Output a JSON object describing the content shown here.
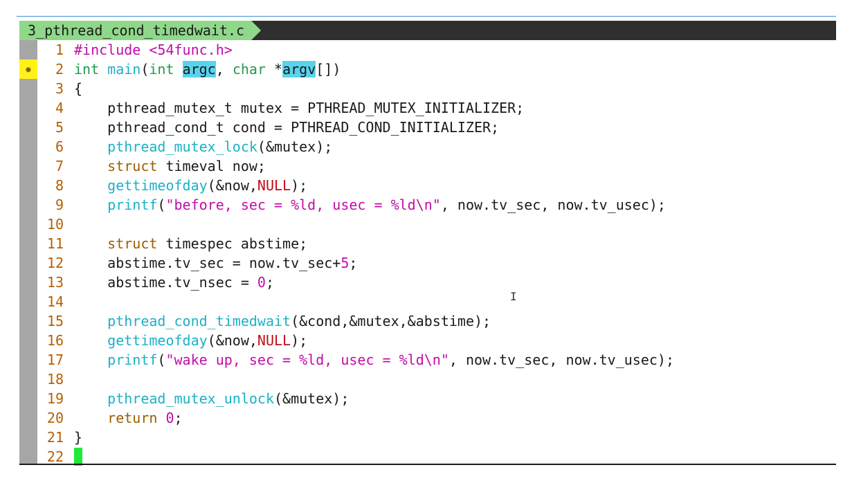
{
  "tab": {
    "filename": "3_pthread_cond_timedwait.c"
  },
  "lines": [
    {
      "n": "1",
      "sign": "",
      "tokens": [
        [
          "preproc",
          "#include <54func.h>"
        ]
      ]
    },
    {
      "n": "2",
      "sign": "✹",
      "tokens": [
        [
          "type",
          "int"
        ],
        [
          "plain",
          " "
        ],
        [
          "func",
          "main"
        ],
        [
          "plain",
          "("
        ],
        [
          "type",
          "int"
        ],
        [
          "plain",
          " "
        ],
        [
          "hl",
          "argc"
        ],
        [
          "plain",
          ", "
        ],
        [
          "type",
          "char"
        ],
        [
          "plain",
          " *"
        ],
        [
          "hl",
          "argv"
        ],
        [
          "plain",
          "[])"
        ]
      ]
    },
    {
      "n": "3",
      "sign": "",
      "tokens": [
        [
          "plain",
          "{"
        ]
      ]
    },
    {
      "n": "4",
      "sign": "",
      "tokens": [
        [
          "plain",
          "    pthread_mutex_t mutex = PTHREAD_MUTEX_INITIALIZER;"
        ]
      ]
    },
    {
      "n": "5",
      "sign": "",
      "tokens": [
        [
          "plain",
          "    pthread_cond_t cond = PTHREAD_COND_INITIALIZER;"
        ]
      ]
    },
    {
      "n": "6",
      "sign": "",
      "tokens": [
        [
          "plain",
          "    "
        ],
        [
          "func",
          "pthread_mutex_lock"
        ],
        [
          "plain",
          "(&mutex);"
        ]
      ]
    },
    {
      "n": "7",
      "sign": "",
      "tokens": [
        [
          "plain",
          "    "
        ],
        [
          "keyword",
          "struct"
        ],
        [
          "plain",
          " timeval now;"
        ]
      ]
    },
    {
      "n": "8",
      "sign": "",
      "tokens": [
        [
          "plain",
          "    "
        ],
        [
          "func",
          "gettimeofday"
        ],
        [
          "plain",
          "(&now,"
        ],
        [
          "const",
          "NULL"
        ],
        [
          "plain",
          ");"
        ]
      ]
    },
    {
      "n": "9",
      "sign": "",
      "tokens": [
        [
          "plain",
          "    "
        ],
        [
          "func",
          "printf"
        ],
        [
          "plain",
          "("
        ],
        [
          "string",
          "\"before, sec = %ld, usec = %ld\\n\""
        ],
        [
          "plain",
          ", now.tv_sec, now.tv_usec);"
        ]
      ]
    },
    {
      "n": "10",
      "sign": "",
      "tokens": []
    },
    {
      "n": "11",
      "sign": "",
      "tokens": [
        [
          "plain",
          "    "
        ],
        [
          "keyword",
          "struct"
        ],
        [
          "plain",
          " timespec abstime;"
        ]
      ]
    },
    {
      "n": "12",
      "sign": "",
      "tokens": [
        [
          "plain",
          "    abstime.tv_sec = now.tv_sec+"
        ],
        [
          "number",
          "5"
        ],
        [
          "plain",
          ";"
        ]
      ]
    },
    {
      "n": "13",
      "sign": "",
      "tokens": [
        [
          "plain",
          "    abstime.tv_nsec = "
        ],
        [
          "number",
          "0"
        ],
        [
          "plain",
          ";"
        ]
      ]
    },
    {
      "n": "14",
      "sign": "",
      "tokens": []
    },
    {
      "n": "15",
      "sign": "",
      "tokens": [
        [
          "plain",
          "    "
        ],
        [
          "func",
          "pthread_cond_timedwait"
        ],
        [
          "plain",
          "(&cond,&mutex,&abstime);"
        ]
      ]
    },
    {
      "n": "16",
      "sign": "",
      "tokens": [
        [
          "plain",
          "    "
        ],
        [
          "func",
          "gettimeofday"
        ],
        [
          "plain",
          "(&now,"
        ],
        [
          "const",
          "NULL"
        ],
        [
          "plain",
          ");"
        ]
      ]
    },
    {
      "n": "17",
      "sign": "",
      "tokens": [
        [
          "plain",
          "    "
        ],
        [
          "func",
          "printf"
        ],
        [
          "plain",
          "("
        ],
        [
          "string",
          "\"wake up, sec = %ld, usec = %ld\\n\""
        ],
        [
          "plain",
          ", now.tv_sec, now.tv_usec);"
        ]
      ]
    },
    {
      "n": "18",
      "sign": "",
      "tokens": []
    },
    {
      "n": "19",
      "sign": "",
      "tokens": [
        [
          "plain",
          "    "
        ],
        [
          "func",
          "pthread_mutex_unlock"
        ],
        [
          "plain",
          "(&mutex);"
        ]
      ]
    },
    {
      "n": "20",
      "sign": "",
      "tokens": [
        [
          "plain",
          "    "
        ],
        [
          "keyword",
          "return"
        ],
        [
          "plain",
          " "
        ],
        [
          "number",
          "0"
        ],
        [
          "plain",
          ";"
        ]
      ]
    },
    {
      "n": "21",
      "sign": "",
      "tokens": [
        [
          "plain",
          "}"
        ]
      ]
    },
    {
      "n": "22",
      "sign": "",
      "tokens": [
        [
          "cursor",
          ""
        ]
      ]
    }
  ],
  "colors": {
    "tab_bg": "#8fd88a",
    "tabline_bg": "#2f2f2f",
    "sign_column": "#a6a6a6",
    "sign_marker": "#fff21a",
    "line_number": "#b55f00",
    "preproc": "#c10ca8",
    "type": "#239a4a",
    "keyword": "#9b5c00",
    "function": "#1bb1c6",
    "constant": "#c10c18",
    "highlight": "#5ad3ee",
    "cursor": "#22e83a"
  },
  "mouse_pointer": "I"
}
